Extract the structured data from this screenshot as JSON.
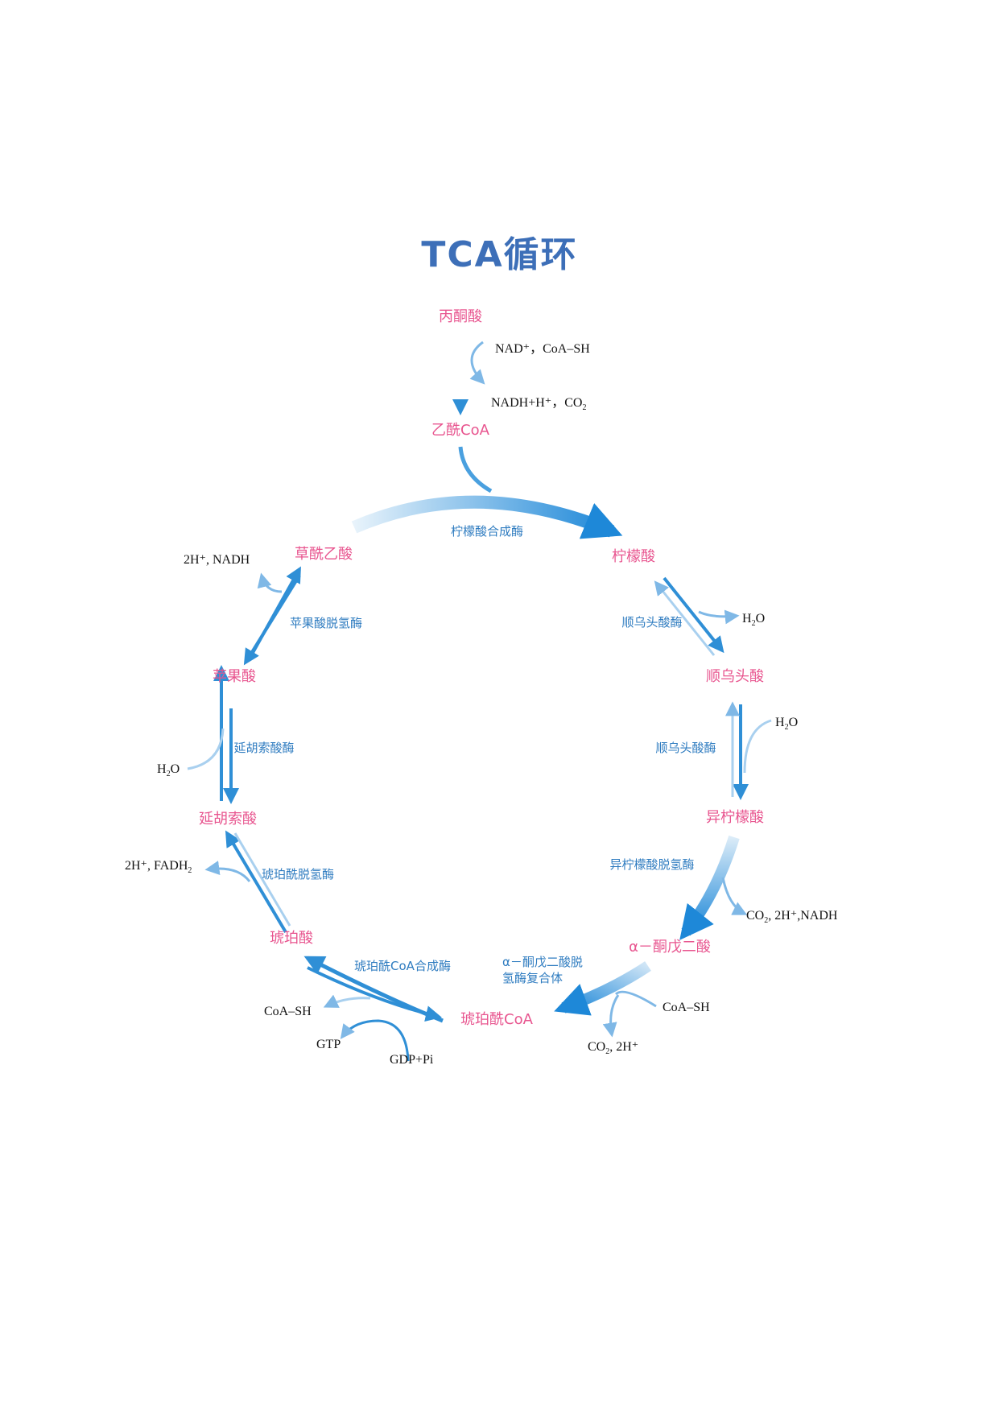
{
  "title": "TCA循环",
  "colors": {
    "title": "#3d6fb8",
    "metabolite": "#e8558f",
    "enzyme": "#2f7cc0",
    "arrow": "#2f8fd6",
    "cofactor": "#111111"
  },
  "metabolites": {
    "pyruvate": "丙酮酸",
    "acetyl_coa": "乙酰CoA",
    "oxaloacetate": "草酰乙酸",
    "citrate": "柠檬酸",
    "cis_aconitate": "顺乌头酸",
    "isocitrate": "异柠檬酸",
    "alpha_ketoglutarate": "α－酮戊二酸",
    "succinyl_coa": "琥珀酰CoA",
    "succinate": "琥珀酸",
    "fumarate": "延胡索酸",
    "malate": "苹果酸"
  },
  "enzymes": {
    "citrate_synthase": "柠檬酸合成酶",
    "aconitase_1": "顺乌头酸酶",
    "aconitase_2": "顺乌头酸酶",
    "isocitrate_dh": "异柠檬酸脱氢酶",
    "akg_dh_line1": "α－酮戊二酸脱",
    "akg_dh_line2": "氢酶复合体",
    "succinyl_coa_synthetase": "琥珀酰CoA合成酶",
    "succinate_dh": "琥珀酰脱氢酶",
    "fumarase": "延胡索酸酶",
    "malate_dh": "苹果酸脱氢酶"
  },
  "cofactors": {
    "pdh_in": "NAD⁺，CoA–SH",
    "pdh_out_main": "NADH+H⁺，CO",
    "pdh_out_sub": "2",
    "aco1_h2o_h": "H",
    "aco1_h2o_sub": "2",
    "aco1_h2o_o": "O",
    "aco2_h2o_h": "H",
    "aco2_h2o_sub": "2",
    "aco2_h2o_o": "O",
    "idh_co2": "CO",
    "idh_sub": "2",
    "idh_rest": ", 2H⁺,NADH",
    "akg_coash": "CoA–SH",
    "akg_co2": "CO",
    "akg_sub": "2",
    "akg_rest": ", 2H⁺",
    "scs_coash": "CoA–SH",
    "scs_gtp": "GTP",
    "scs_gdp": "GDP+Pi",
    "sdh_main": "2H⁺, FADH",
    "sdh_sub": "2",
    "fum_h": "H",
    "fum_sub": "2",
    "fum_o": "O",
    "mdh": "2H⁺, NADH"
  }
}
